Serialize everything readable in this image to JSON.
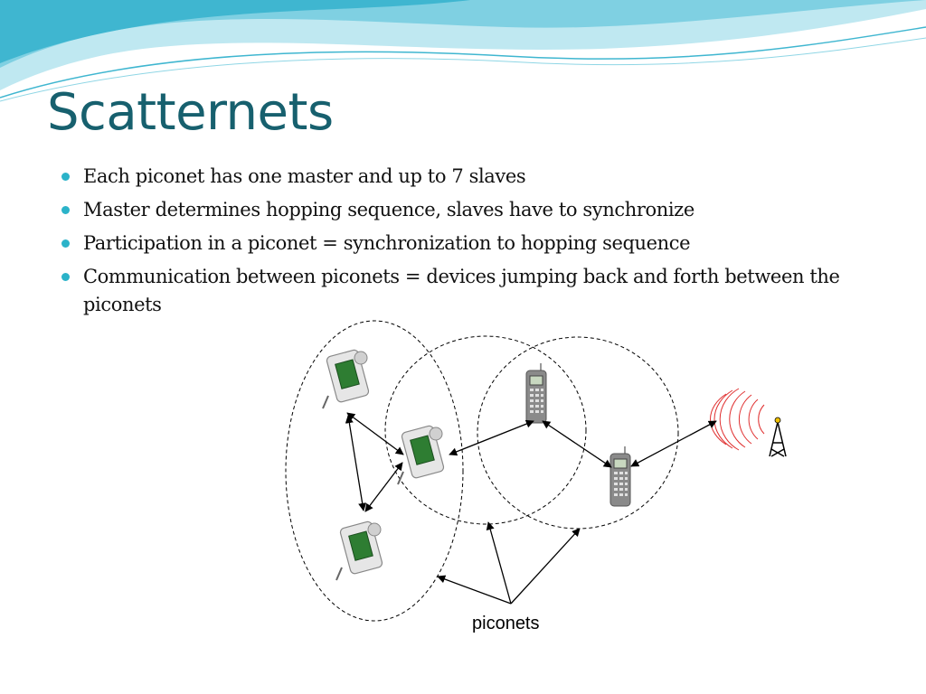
{
  "slide": {
    "title": "Scatternets",
    "bullets": [
      "Each piconet has one master and up to 7 slaves",
      "Master determines hopping sequence, slaves have to synchronize",
      "Participation in a piconet = synchronization to hopping sequence",
      "Communication between piconets = devices jumping back and forth between the piconets"
    ],
    "diagram": {
      "label": "piconets"
    },
    "colors": {
      "title": "#17606e",
      "bullet": "#2bb3c9",
      "wave_dark": "#3fb6d0",
      "wave_light": "#bfe8f1"
    }
  }
}
